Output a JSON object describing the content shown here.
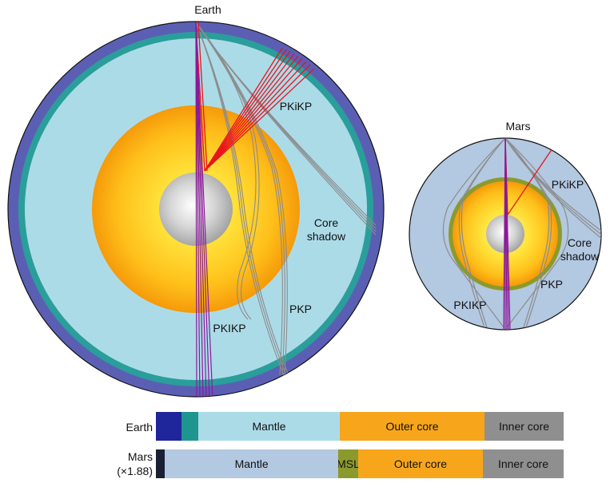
{
  "earth": {
    "title": "Earth",
    "labels": {
      "pkikp_upper": "PKiKP",
      "core_shadow_1": "Core",
      "core_shadow_2": "shadow",
      "pkp": "PKP",
      "pkikp_lower": "PKIKP"
    }
  },
  "mars": {
    "title": "Mars",
    "labels": {
      "pkikp_upper": "PKiKP",
      "core_shadow_1": "Core",
      "core_shadow_2": "shadow",
      "pkp": "PKP",
      "pkikp_lower": "PKIKP"
    }
  },
  "colors": {
    "crust_earth": "#5b5fb4",
    "upper_mantle": "#2a9e9a",
    "mantle_earth": "#acdbe8",
    "mantle_mars": "#b3c8e1",
    "outer_core_edge": "#f5a10a",
    "outer_core_center": "#ffec3a",
    "inner_core": "#b5b5b5",
    "msl": "#8b9a2c",
    "ray_red": "#e8141c",
    "ray_purple": "#8a1a9a",
    "ray_grey": "#8c8c8c"
  },
  "bars": {
    "earth": {
      "label": "Earth",
      "segments": [
        {
          "name": "crust",
          "label": "",
          "color": "#1f259a",
          "fraction": 0.063
        },
        {
          "name": "transition",
          "label": "",
          "color": "#1f9590",
          "fraction": 0.041
        },
        {
          "name": "mantle",
          "label": "Mantle",
          "color": "#acdbe8",
          "fraction": 0.347
        },
        {
          "name": "outer-core",
          "label": "Outer core",
          "color": "#f7a61c",
          "fraction": 0.355
        },
        {
          "name": "inner-core",
          "label": "Inner core",
          "color": "#8f8f8f",
          "fraction": 0.194
        }
      ]
    },
    "mars": {
      "label_1": "Mars",
      "label_2": "(×1.88)",
      "segments": [
        {
          "name": "crust",
          "label": "",
          "color": "#1a1f33",
          "fraction": 0.022
        },
        {
          "name": "mantle",
          "label": "Mantle",
          "color": "#b3c8e1",
          "fraction": 0.425
        },
        {
          "name": "msl",
          "label": "MSL",
          "color": "#8b9a2c",
          "fraction": 0.049
        },
        {
          "name": "outer-core",
          "label": "Outer core",
          "color": "#f7a61c",
          "fraction": 0.306
        },
        {
          "name": "inner-core",
          "label": "Inner core",
          "color": "#8f8f8f",
          "fraction": 0.198
        }
      ]
    }
  }
}
